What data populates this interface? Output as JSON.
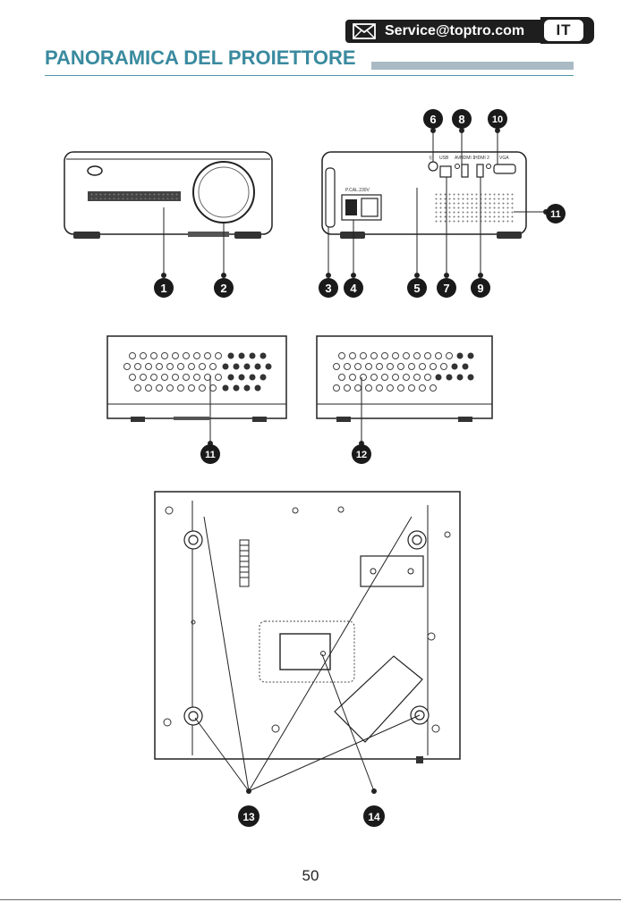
{
  "header": {
    "service_email": "Service@toptro.com",
    "language": "IT",
    "icon": "envelope-icon"
  },
  "title": "PANORAMICA DEL PROIETTORE",
  "callouts": [
    "1",
    "2",
    "3",
    "4",
    "5",
    "6",
    "7",
    "8",
    "9",
    "10",
    "11",
    "11",
    "12",
    "13",
    "14"
  ],
  "port_labels": {
    "usb": "USB",
    "av": "AV",
    "hdmi1": "HDMI 1",
    "hdmi2": "HDMI 2",
    "vga": "VGA",
    "power": "P.CAL.230V"
  },
  "page_number": "50",
  "colors": {
    "title": "#3a8a9f",
    "callout": "#1a1a1a",
    "header_bg": "#1e1e1e",
    "title_bar": "#a9bac4"
  }
}
